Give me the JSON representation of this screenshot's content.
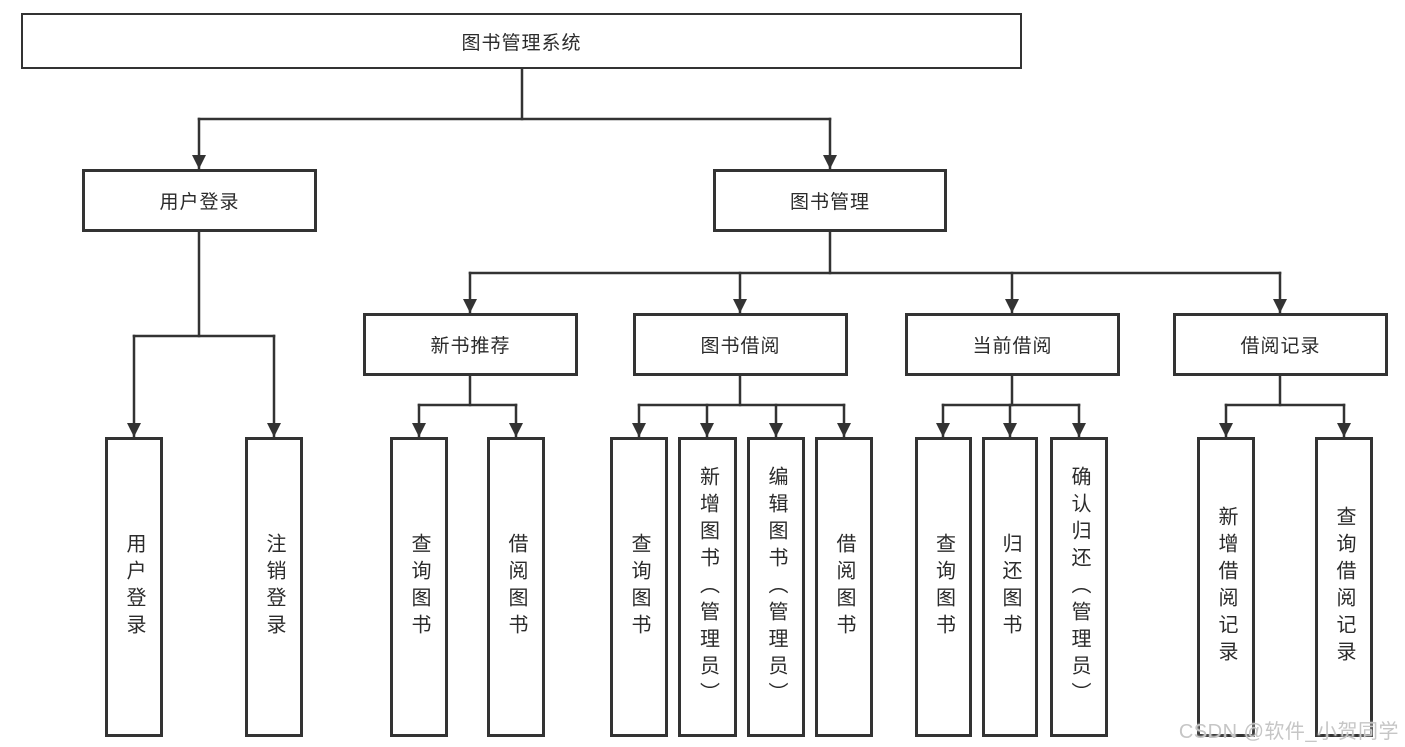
{
  "diagram": {
    "root": {
      "label": "图书管理系统"
    },
    "branches": [
      {
        "label": "用户登录"
      },
      {
        "label": "图书管理"
      }
    ],
    "modules": [
      {
        "label": "新书推荐"
      },
      {
        "label": "图书借阅"
      },
      {
        "label": "当前借阅"
      },
      {
        "label": "借阅记录"
      }
    ],
    "leaf_groups": [
      {
        "parent": "用户登录",
        "items": [
          {
            "label": "用户登录"
          },
          {
            "label": "注销登录"
          }
        ]
      },
      {
        "parent": "新书推荐",
        "items": [
          {
            "label": "查询图书"
          },
          {
            "label": "借阅图书"
          }
        ]
      },
      {
        "parent": "图书借阅",
        "items": [
          {
            "label": "查询图书"
          },
          {
            "label": "新增图书（管理员）"
          },
          {
            "label": "编辑图书（管理员）"
          },
          {
            "label": "借阅图书"
          }
        ]
      },
      {
        "parent": "当前借阅",
        "items": [
          {
            "label": "查询图书"
          },
          {
            "label": "归还图书"
          },
          {
            "label": "确认归还（管理员）"
          }
        ]
      },
      {
        "parent": "借阅记录",
        "items": [
          {
            "label": "新增借阅记录"
          },
          {
            "label": "查询借阅记录"
          }
        ]
      }
    ]
  },
  "watermark": {
    "text": "CSDN @软件_小贺同学"
  },
  "colors": {
    "line": "#333333",
    "border": "#333333",
    "text": "#2b2b2b",
    "background": "#ffffff",
    "watermark": "#c6c6c6"
  }
}
